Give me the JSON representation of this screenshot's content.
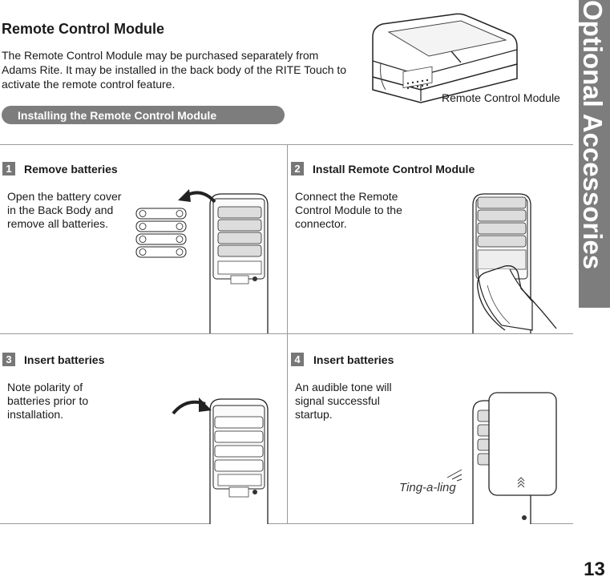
{
  "title": "Remote Control Module",
  "intro": "The Remote Control Module may be purchased separately from Adams Rite. It may be installed in the back body of the RITE Touch to activate the remote control feature.",
  "module_caption": "Remote Control Module",
  "section_bar": "Installing the Remote Control Module",
  "side_tab": "Optional Accessories",
  "page_number": "13",
  "steps": [
    {
      "number": "1",
      "title": "Remove batteries",
      "text": "Open the battery cover in the Back Body and remove all batteries."
    },
    {
      "number": "2",
      "title": "Install Remote Control Module",
      "text": "Connect the Remote Control Module to the connector."
    },
    {
      "number": "3",
      "title": "Insert batteries",
      "text": "Note polarity of batteries prior to installation."
    },
    {
      "number": "4",
      "title": "Insert batteries",
      "text": "An audible tone will signal successful startup."
    }
  ],
  "tone_label": "Ting-a-ling"
}
